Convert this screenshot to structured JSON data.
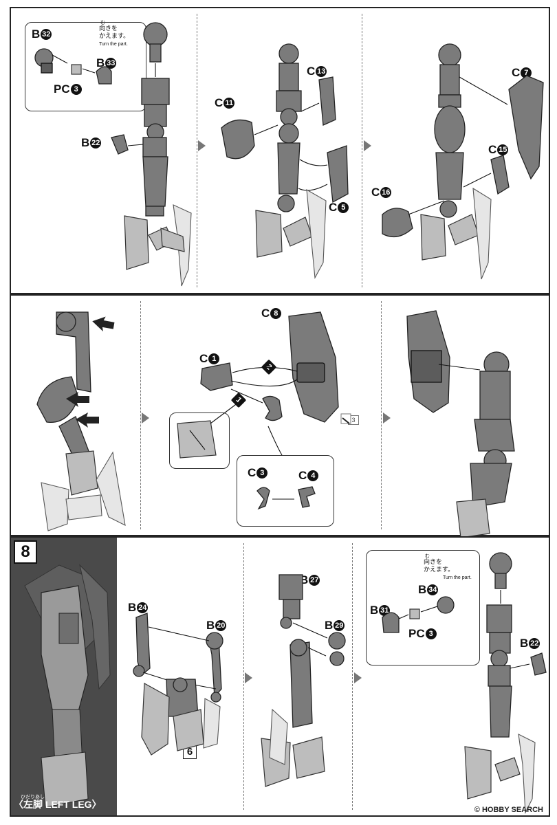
{
  "row1": {
    "panel1": {
      "callout": {
        "label_b32": "B",
        "num_b32": "32",
        "label_pc3": "PC",
        "num_pc3": "3",
        "label_b33": "B",
        "num_b33": "33",
        "turn_ja_ruby": "む",
        "turn_ja_1": "向きを",
        "turn_ja_2": "かえます。",
        "turn_en": "Turn the part."
      },
      "label_b22": "B",
      "num_b22": "22"
    },
    "panel2": {
      "label_c11": "C",
      "num_c11": "11",
      "label_c13": "C",
      "num_c13": "13",
      "label_c5": "C",
      "num_c5": "5"
    },
    "panel3": {
      "label_c7": "C",
      "num_c7": "7",
      "label_c15": "C",
      "num_c15": "15",
      "label_c16": "C",
      "num_c16": "16"
    }
  },
  "row2": {
    "panel2": {
      "label_c8": "C",
      "num_c8": "8",
      "label_c1": "C",
      "num_c1": "1",
      "step1": "1",
      "step2": "2",
      "ref_num": "3",
      "label_c3": "C",
      "num_c3": "3",
      "label_c4": "C",
      "num_c4": "4"
    }
  },
  "row3": {
    "step_number": "8",
    "title_ruby": "ひだりあし",
    "title": "〈左脚 LEFT LEG〉",
    "panel1": {
      "label_b24": "B",
      "num_b24": "24",
      "label_b20": "B",
      "num_b20": "20",
      "box_num": "6"
    },
    "panel2": {
      "label_b27": "B",
      "num_b27": "27",
      "label_b29": "B",
      "num_b29": "29"
    },
    "panel3": {
      "callout": {
        "label_b31": "B",
        "num_b31": "31",
        "label_b34": "B",
        "num_b34": "34",
        "label_pc3": "PC",
        "num_pc3": "3",
        "turn_ja_ruby": "む",
        "turn_ja_1": "向きを",
        "turn_ja_2": "かえます。",
        "turn_en": "Turn the part."
      },
      "label_b22": "B",
      "num_b22": "22"
    },
    "watermark": "© HOBBY SEARCH"
  },
  "colors": {
    "part_dark": "#7b7b7b",
    "part_light": "#bdbdbd",
    "part_lighter": "#e6e6e6",
    "border": "#222222",
    "divider": "#777777"
  }
}
